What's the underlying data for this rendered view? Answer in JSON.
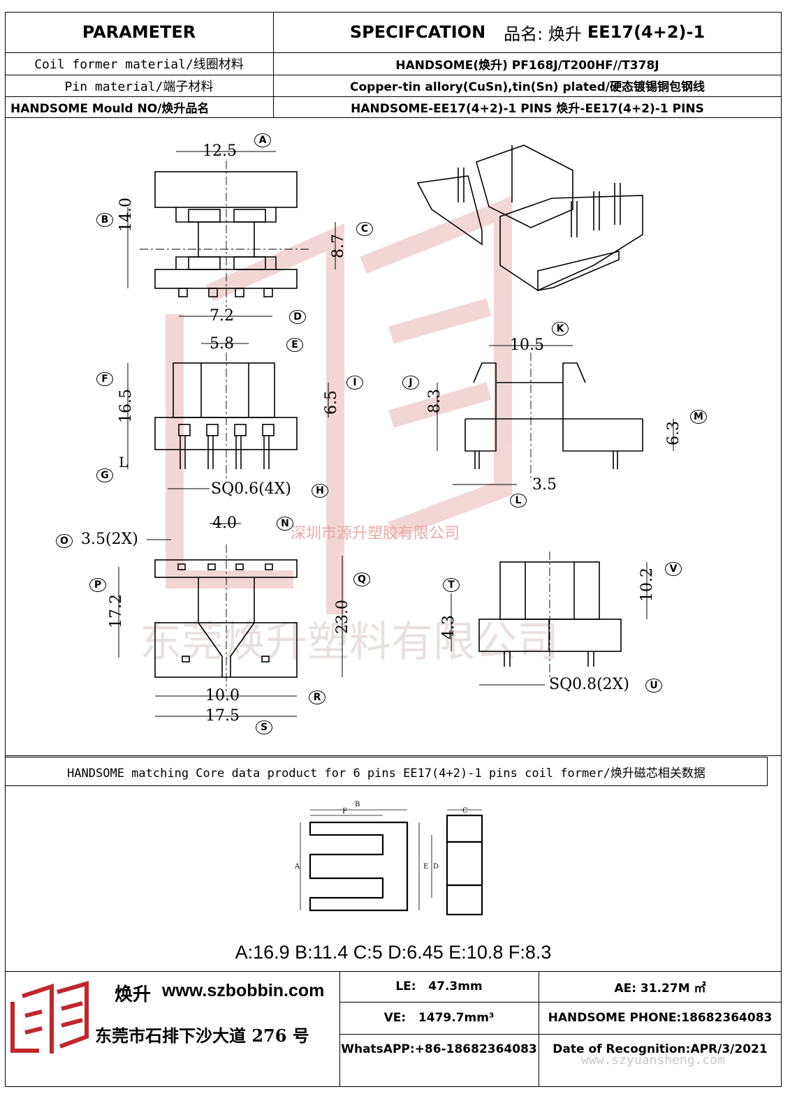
{
  "header": {
    "parameter": "PARAMETER",
    "specification": "SPECIFCATION",
    "product_label": "品名: 焕升",
    "product_code": "EE17(4+2)-1"
  },
  "rows": [
    {
      "label": "Coil former material/线圈材料",
      "value": "HANDSOME(焕升) PF168J/T200HF//T378J"
    },
    {
      "label": "Pin material/端子材料",
      "value": "Copper-tin allory(CuSn),tin(Sn) plated/硬态镀锡铜包钢线"
    },
    {
      "label": "HANDSOME Mould NO/焕升品名",
      "value": "HANDSOME-EE17(4+2)-1 PINS 焕升-EE17(4+2)-1 PINS"
    }
  ],
  "drawing": {
    "dims": {
      "A": "12.5",
      "B": "14.0",
      "C": "8.7",
      "D": "7.2",
      "E": "5.8",
      "F": "16.5",
      "G": "L",
      "H": "SQ0.6(4X)",
      "I": "6.5",
      "J": "8.3",
      "K": "10.5",
      "L": "3.5",
      "M": "6.3",
      "N": "4.0",
      "O": "3.5(2X)",
      "P": "17.2",
      "Q": "23.0",
      "R": "10.0",
      "S": "17.5",
      "T": "4.3",
      "U": "SQ0.8(2X)",
      "V": "10.2"
    },
    "callouts": [
      "A",
      "B",
      "C",
      "D",
      "E",
      "F",
      "G",
      "H",
      "I",
      "J",
      "K",
      "L",
      "M",
      "N",
      "O",
      "P",
      "Q",
      "R",
      "S",
      "T",
      "U",
      "V"
    ],
    "watermark_small": "深圳市源升塑胶有限公司",
    "watermark_big": "东莞焕升塑料有限公司"
  },
  "core_section": {
    "title": "HANDSOME matching Core data product for 6 pins EE17(4+2)-1 pins coil former/焕升磁芯相关数据",
    "core_letters": [
      "A",
      "B",
      "C",
      "D",
      "E",
      "F"
    ],
    "values": "A:16.9 B:11.4 C:5 D:6.45 E:10.8 F:8.3"
  },
  "footer": {
    "brand": "焕升",
    "website": "www.szbobbin.com",
    "address": "东莞市石排下沙大道 276 号",
    "le": "LE:   47.3mm",
    "ae": "AE: 31.27M ㎡",
    "ve": "VE:   1479.7mm³",
    "phone": "HANDSOME PHONE:18682364083",
    "whatsapp": "WhatsAPP:+86-18682364083",
    "date": "Date of Recognition:APR/3/2021",
    "watermark_url": "www.szyuansheng.com"
  },
  "colors": {
    "line": "#000000",
    "watermark": "#e5b7b7",
    "logo": "#c0272d"
  }
}
